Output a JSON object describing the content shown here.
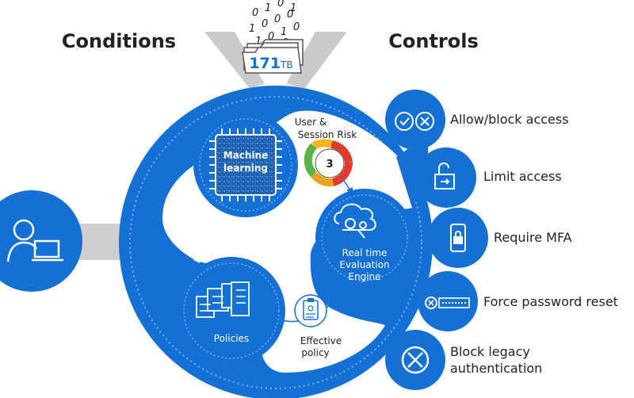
{
  "headings": {
    "conditions": "Conditions",
    "controls": "Controls"
  },
  "data_source": {
    "bits": [
      "0",
      "1",
      "0",
      "1",
      "1",
      "0",
      "0",
      "0",
      "1",
      "0",
      "1",
      "0",
      "1",
      "0"
    ],
    "size_value": "171",
    "size_unit": "TB",
    "icon": "folder-icon"
  },
  "nodes": {
    "machine_learning": {
      "line1": "Machine",
      "line2": "learning",
      "icon": "chip-icon"
    },
    "risk": {
      "line1": "User &",
      "line2": "Session Risk",
      "value": "3",
      "icon": "gauge-icon"
    },
    "engine": {
      "line1": "Real time",
      "line2": "Evaluation",
      "line3": "Engine",
      "icon": "cloud-gears-icon"
    },
    "policies": {
      "label": "Policies",
      "icon": "documents-icon"
    },
    "effective_policy": {
      "line1": "Effective",
      "line2": "policy",
      "icon": "clipboard-icon"
    },
    "user": {
      "icon": "user-laptop-icon"
    }
  },
  "controls": [
    {
      "label": "Allow/block access",
      "icon": "allow-block-icon"
    },
    {
      "label": "Limit access",
      "icon": "lock-icon"
    },
    {
      "label": "Require MFA",
      "icon": "phone-lock-icon"
    },
    {
      "label": "Force password reset",
      "icon": "password-reset-icon"
    },
    {
      "label_line1": "Block legacy",
      "label_line2": "authentication",
      "icon": "block-icon"
    }
  ],
  "colors": {
    "primary_blue": "#1570d6",
    "dark_blue": "#0f5fb8",
    "text": "#222222",
    "gray_funnel": "#c9c9c9",
    "gauge_red": "#e23b2e",
    "gauge_yellow": "#f3b61f",
    "gauge_green": "#5cb346"
  }
}
